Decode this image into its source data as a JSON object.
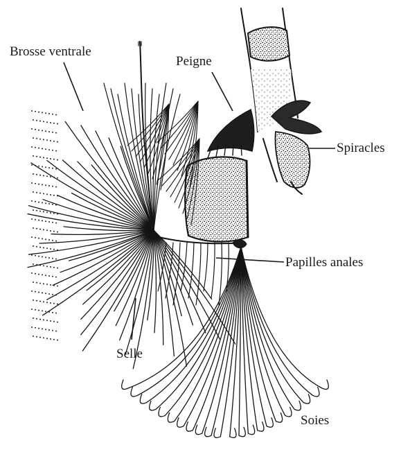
{
  "labels": {
    "brosse_ventrale": "Brosse ventrale",
    "peigne": "Peigne",
    "spiracles": "Spiracles",
    "papilles_anales": "Papilles anales",
    "selle": "Selle",
    "soies": "Soies"
  },
  "colors": {
    "ink": "#151515",
    "background": "#ffffff"
  }
}
